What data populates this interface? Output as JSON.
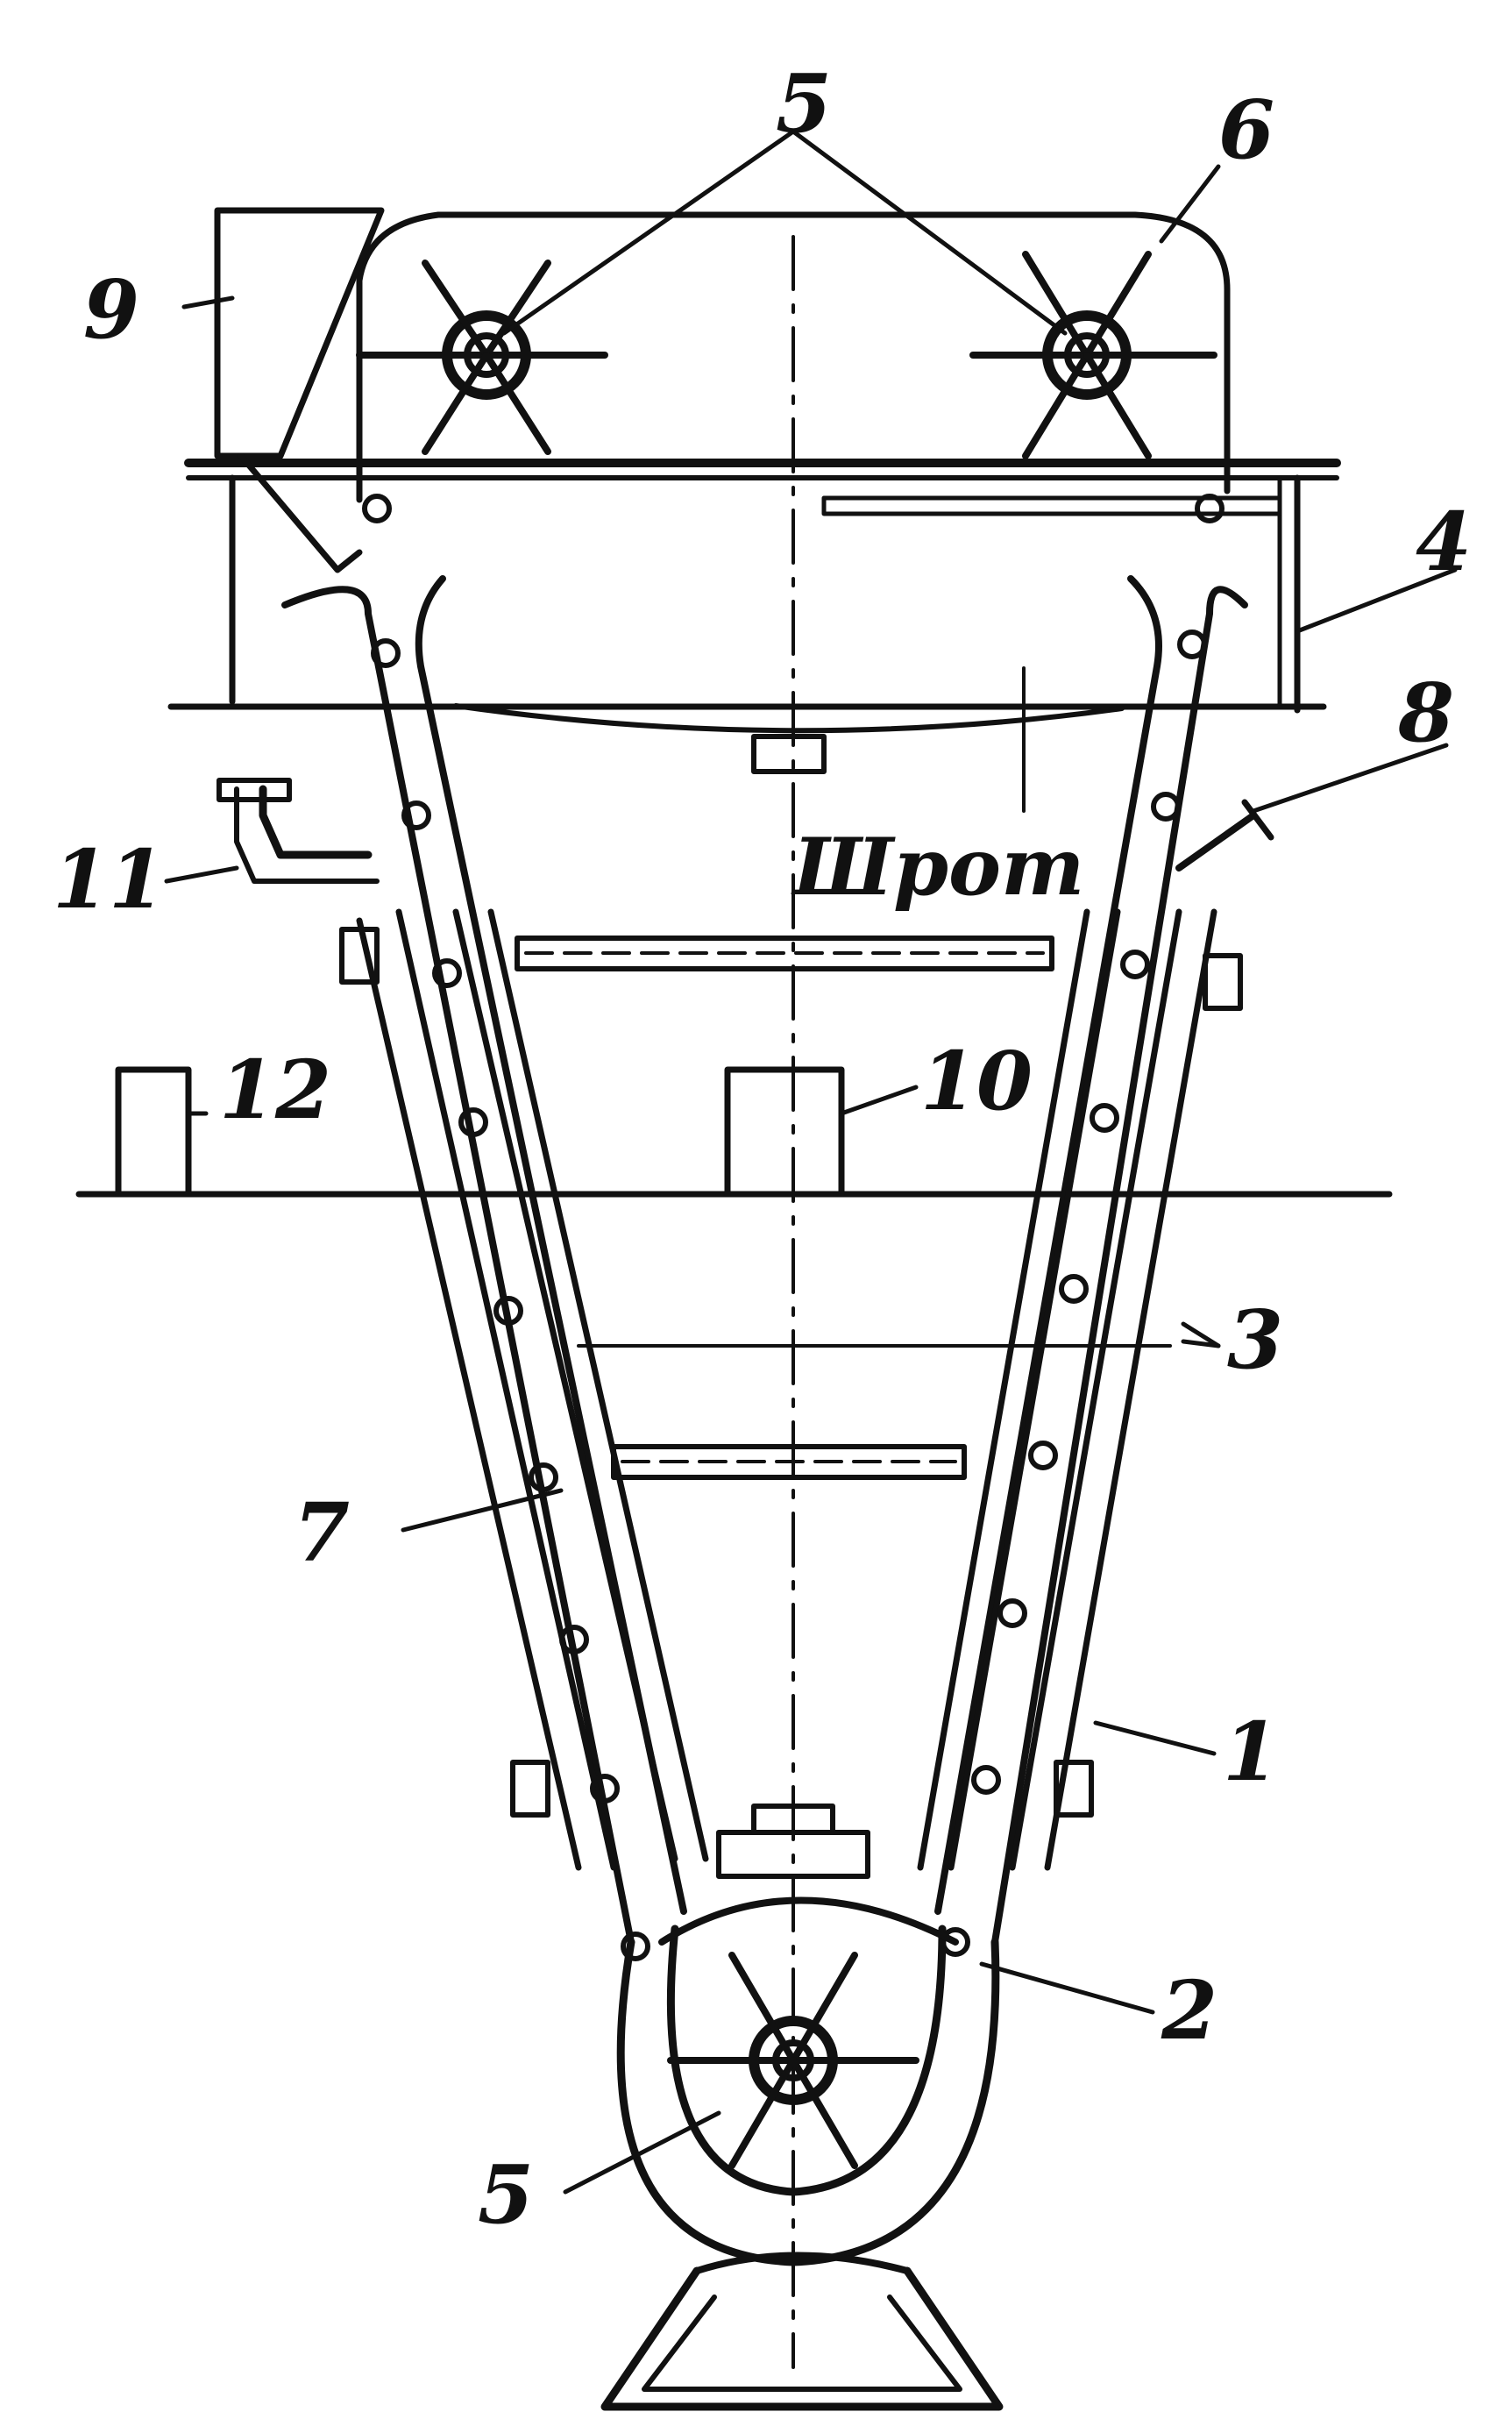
{
  "diagram": {
    "labels": {
      "l1": "1",
      "l2": "2",
      "l3": "3",
      "l4": "4",
      "l5_top": "5",
      "l5_bottom": "5",
      "l6": "6",
      "l7": "7",
      "l8": "8",
      "l9": "9",
      "l10": "10",
      "l11": "11",
      "l12": "12"
    },
    "material_text": "Шрот",
    "colors": {
      "ink": "#111111",
      "paper": "#ffffff"
    }
  }
}
